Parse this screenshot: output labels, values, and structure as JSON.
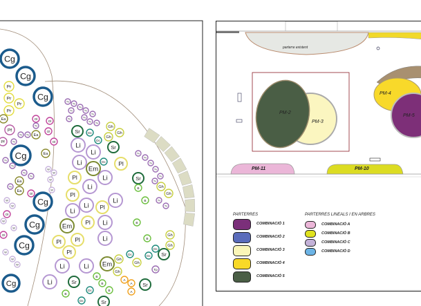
{
  "planting_plan": {
    "species": [
      "Cg",
      "Pr",
      "Ea",
      "Pf",
      "Tv",
      "Ol",
      "W",
      "Sr",
      "Dc",
      "Gh",
      "Li",
      "Em",
      "Pl",
      "B",
      "Tp",
      "A"
    ],
    "colors": {
      "Cg": "#1b5b8c",
      "Pr": "#e2dc3c",
      "Ea": "#8a8a2e",
      "Pf": "#b65aa2",
      "Tv": "#9a6cb2",
      "Ol": "#c1449b",
      "W": "#c8b4dc",
      "Sr": "#1e6b3b",
      "Dc": "#1d8a7c",
      "Gh": "#c7cf3f",
      "Li": "#b597d2",
      "Em": "#7b8a2f",
      "Pl": "#e6de6a",
      "B": "#6cbf3e",
      "Tp": "#9a6cb2",
      "A": "#f1a21f"
    }
  },
  "site_plan": {
    "existing_bed_label": "parterre existent",
    "beds": {
      "pm2": {
        "label": "PM-2",
        "color": "#4a5e45"
      },
      "pm3": {
        "label": "PM-3",
        "color": "#fbf6c0"
      },
      "pm4": {
        "label": "PM-4",
        "color": "#f8d92a"
      },
      "pm5": {
        "label": "PM-5",
        "color": "#7d2f78"
      },
      "pm10": {
        "label": "PM-10",
        "color": "#dcdc22"
      },
      "pm11": {
        "label": "PM-11",
        "color": "#ebb6d8"
      }
    }
  },
  "legend": {
    "parterres_title": "PARTERRES",
    "lineals_title": "PARTERRES LINEALS I EN ARBRES",
    "parterres": [
      {
        "label": "COMBINACIÓ 1",
        "color": "#7b2f7a"
      },
      {
        "label": "COMBINACIÓ 2",
        "color": "#5a6cbb"
      },
      {
        "label": "COMBINACIÓ 3",
        "color": "#fbf6b8"
      },
      {
        "label": "COMBINACIÓ 4",
        "color": "#f8d928"
      },
      {
        "label": "COMBINACIÓ 5",
        "color": "#4a5e45"
      }
    ],
    "lineals": [
      {
        "label": "COMBINACIÓ A",
        "color": "#ebb6d8"
      },
      {
        "label": "COMBINACIÓ B",
        "color": "#e0e21e"
      },
      {
        "label": "COMBINACIÓ C",
        "color": "#c4b2d8"
      },
      {
        "label": "COMBINACIÓ D",
        "color": "#6cb4e6"
      }
    ]
  }
}
